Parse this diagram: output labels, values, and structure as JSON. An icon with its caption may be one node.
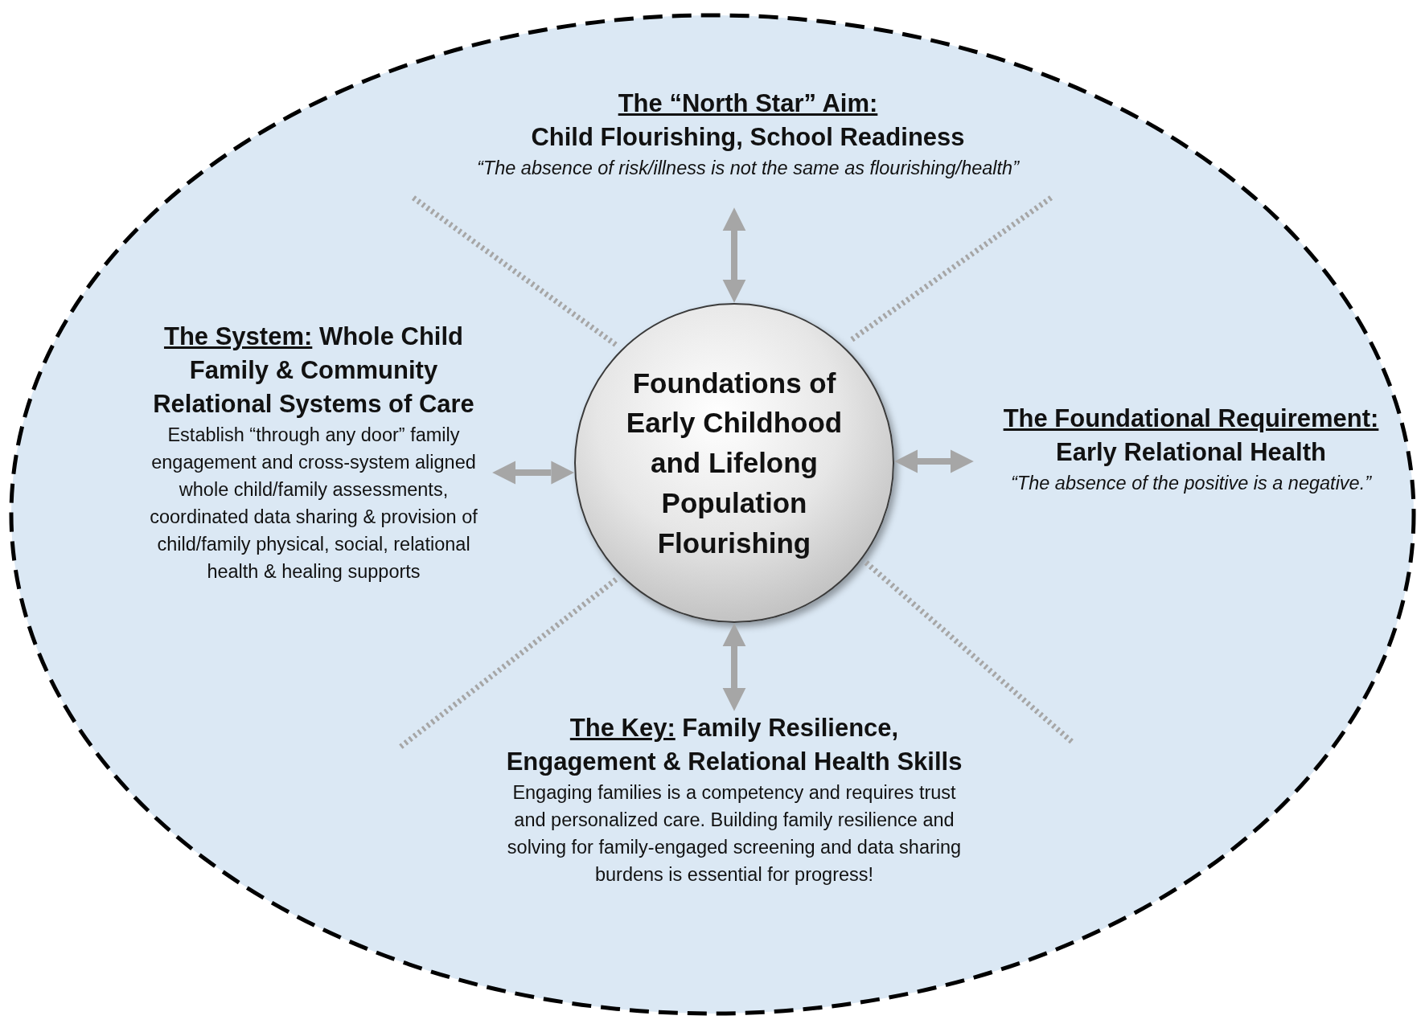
{
  "diagram": {
    "nodes": [
      {
        "text": [],
        "shape": "ellipse"
      },
      {
        "text": [
          "The “North Star” Aim: Child Flourishing, School Readiness",
          "“The absence of risk/illness is not the same as flourishing/health”"
        ],
        "in": 0
      },
      {
        "text": [
          "The System: Whole Child Family & Community Relational Systems of Care",
          "Establish “through any door” family engagement and cross-system aligned whole child/family assessments, coordinated data sharing & provision of child/family physical, social, relational health & healing supports"
        ],
        "in": 0
      },
      {
        "text": [
          "Foundations of Early Childhood and Lifelong Population Flourishing"
        ],
        "in": 0
      },
      {
        "text": [
          "The Foundational Requirement: Early Relational Health",
          "“The absence of the positive is a negative.”"
        ],
        "in": 0
      },
      {
        "text": [
          "The Key: Family Resilience, Engagement & Relational Health Skills",
          "Engaging families is a competency and requires trust and personalized care. Building family resilience and solving for family-engaged screening and data sharing burdens is essential for progress!"
        ],
        "in": 0
      }
    ],
    "edges": [
      {
        "from": 3,
        "to": 1,
        "arrow": "both"
      },
      {
        "from": 3,
        "to": 2,
        "arrow": "both"
      },
      {
        "from": 3,
        "to": 4,
        "arrow": "both"
      },
      {
        "from": 3,
        "to": 5,
        "arrow": "both"
      }
    ]
  }
}
